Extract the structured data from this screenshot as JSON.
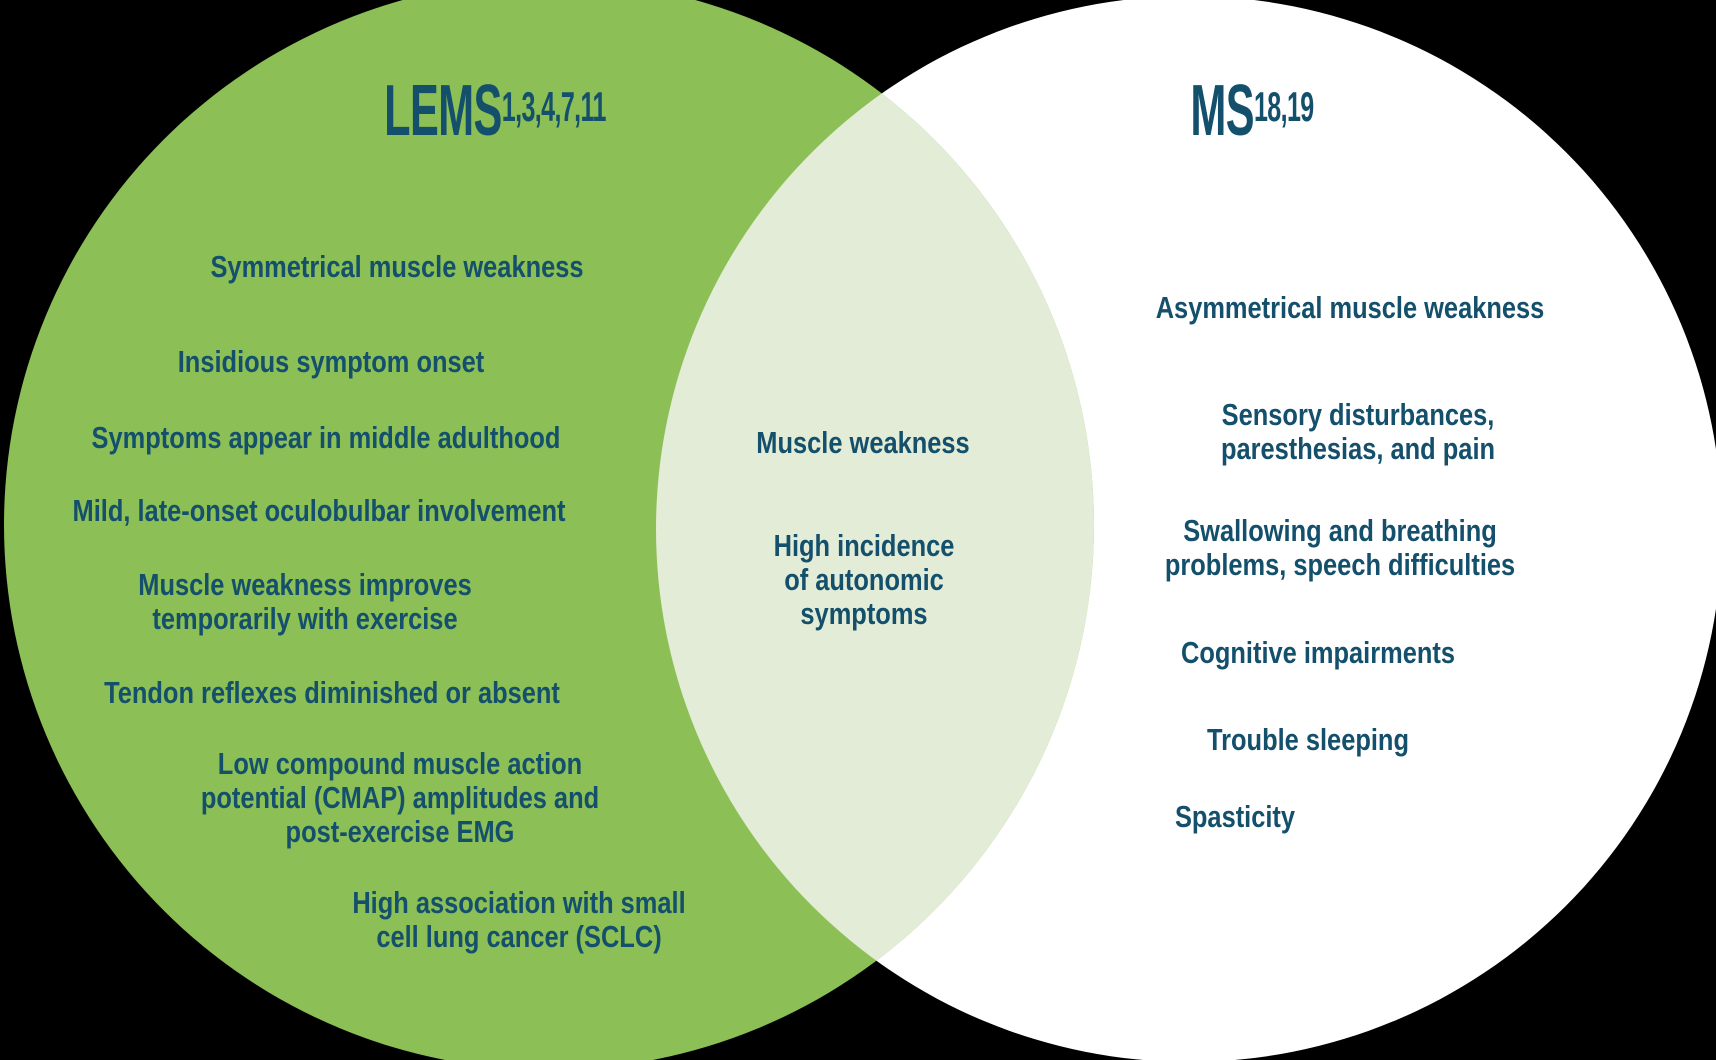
{
  "colors": {
    "background": "#000000",
    "lems_circle": "#8CBF55",
    "ms_circle": "#FFFFFF",
    "overlap": "#E2ECD6",
    "text": "#14506C"
  },
  "lems": {
    "title": "LEMS",
    "title_refs": "1,3,4,7,11",
    "items": [
      "Symmetrical muscle weakness",
      "Insidious symptom onset",
      "Symptoms appear in middle adulthood",
      "Mild, late-onset oculobulbar involvement",
      "Muscle weakness improves\ntemporarily with exercise",
      "Tendon reflexes diminished or absent",
      "Low compound muscle action\npotential (CMAP) amplitudes and\npost-exercise EMG",
      "High association with small\ncell lung cancer (SCLC)"
    ]
  },
  "shared": {
    "items": [
      "Muscle weakness",
      "High incidence\nof autonomic\nsymptoms"
    ]
  },
  "ms": {
    "title": "MS",
    "title_refs": "18,19",
    "items": [
      "Asymmetrical muscle weakness",
      "Sensory disturbances,\nparesthesias, and pain",
      "Swallowing and breathing\nproblems, speech difficulties",
      "Cognitive impairments",
      "Trouble sleeping",
      "Spasticity"
    ]
  }
}
